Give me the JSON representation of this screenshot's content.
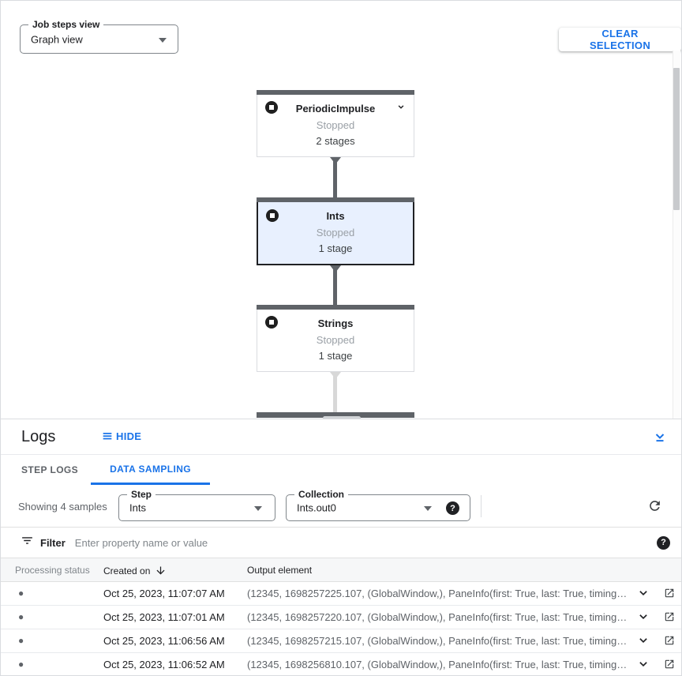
{
  "toolbar": {
    "job_steps_view_label": "Job steps view",
    "job_steps_view_value": "Graph view",
    "clear_selection_label": "CLEAR SELECTION"
  },
  "graph": {
    "nodes": [
      {
        "title": "PeriodicImpulse",
        "status": "Stopped",
        "stages": "2 stages",
        "selected": false,
        "expandable": true
      },
      {
        "title": "Ints",
        "status": "Stopped",
        "stages": "1 stage",
        "selected": true,
        "expandable": false
      },
      {
        "title": "Strings",
        "status": "Stopped",
        "stages": "1 stage",
        "selected": false,
        "expandable": false
      }
    ]
  },
  "logs_panel": {
    "title": "Logs",
    "hide_label": "HIDE",
    "tabs": [
      {
        "label": "STEP LOGS",
        "active": false
      },
      {
        "label": "DATA SAMPLING",
        "active": true
      }
    ],
    "sampling": {
      "showing_text": "Showing 4 samples",
      "step_label": "Step",
      "step_value": "Ints",
      "collection_label": "Collection",
      "collection_value": "Ints.out0"
    },
    "filter": {
      "label": "Filter",
      "placeholder": "Enter property name or value"
    },
    "table": {
      "columns": [
        "Processing status",
        "Created on",
        "Output element"
      ],
      "rows": [
        {
          "created_on": "Oct 25, 2023, 11:07:07 AM",
          "output_element": "(12345, 1698257225.107, (GlobalWindow,), PaneInfo(first: True, last: True, timing…"
        },
        {
          "created_on": "Oct 25, 2023, 11:07:01 AM",
          "output_element": "(12345, 1698257220.107, (GlobalWindow,), PaneInfo(first: True, last: True, timing…"
        },
        {
          "created_on": "Oct 25, 2023, 11:06:56 AM",
          "output_element": "(12345, 1698257215.107, (GlobalWindow,), PaneInfo(first: True, last: True, timing…"
        },
        {
          "created_on": "Oct 25, 2023, 11:06:52 AM",
          "output_element": "(12345, 1698256810.107, (GlobalWindow,), PaneInfo(first: True, last: True, timing…"
        }
      ]
    }
  },
  "icons": {
    "help_glyph": "?",
    "bullet_glyph": "●"
  },
  "colors": {
    "accent_blue": "#1a73e8",
    "selected_node_bg": "#e8f0fe",
    "node_top_bar": "#5f6368",
    "edge_dark": "#5f6368",
    "edge_light": "#d8d8d8"
  }
}
